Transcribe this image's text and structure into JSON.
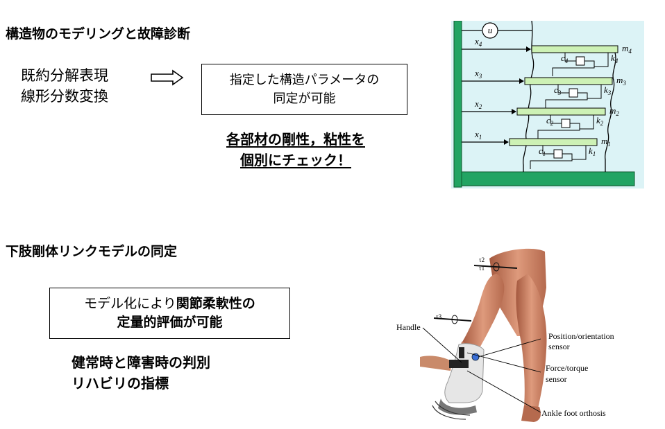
{
  "section1": {
    "heading": "構造物のモデリングと故障診断",
    "methods": [
      "既約分解表現",
      "線形分数変換"
    ],
    "box_lines": [
      "指定した構造パラメータの",
      "同定が可能"
    ],
    "highlight_lines": [
      "各部材の剛性，粘性を",
      "個別にチェック！"
    ]
  },
  "section2": {
    "heading": "下肢剛体リンクモデルの同定",
    "box_lines": [
      {
        "normal": "モデル化により",
        "bold": "関節柔軟性の"
      },
      {
        "normal": "",
        "bold": "定量的評価が可能"
      }
    ],
    "result_lines": [
      "健常時と障害時の判別",
      "リハビリの指標"
    ]
  },
  "structure_diagram": {
    "input": "u",
    "floors": [
      {
        "x": "x4",
        "mass": "m4",
        "damper": "c4",
        "spring": "k4"
      },
      {
        "x": "x3",
        "mass": "m3",
        "damper": "c3",
        "spring": "k3"
      },
      {
        "x": "x2",
        "mass": "m2",
        "damper": "c2",
        "spring": "k2"
      },
      {
        "x": "x1",
        "mass": "m1",
        "damper": "c1",
        "spring": "k1"
      }
    ],
    "colors": {
      "background": "#dcf3f6",
      "ground": "#22a463",
      "floor": "#cdf1b5"
    }
  },
  "leg_figure": {
    "labels": {
      "handle": "Handle",
      "position_sensor_1": "Position/orientation",
      "position_sensor_2": "sensor",
      "force_sensor_1": "Force/torque",
      "force_sensor_2": "sensor",
      "orthosis": "Ankle foot orthosis",
      "tau1": "τ1",
      "tau2": "τ2",
      "tau3": "τ3"
    },
    "colors": {
      "skin": "#c97f62",
      "orthosis": "#e6e6e6",
      "sensor": "#3a6fd8"
    }
  },
  "arrow_icon": "double-right-arrow"
}
